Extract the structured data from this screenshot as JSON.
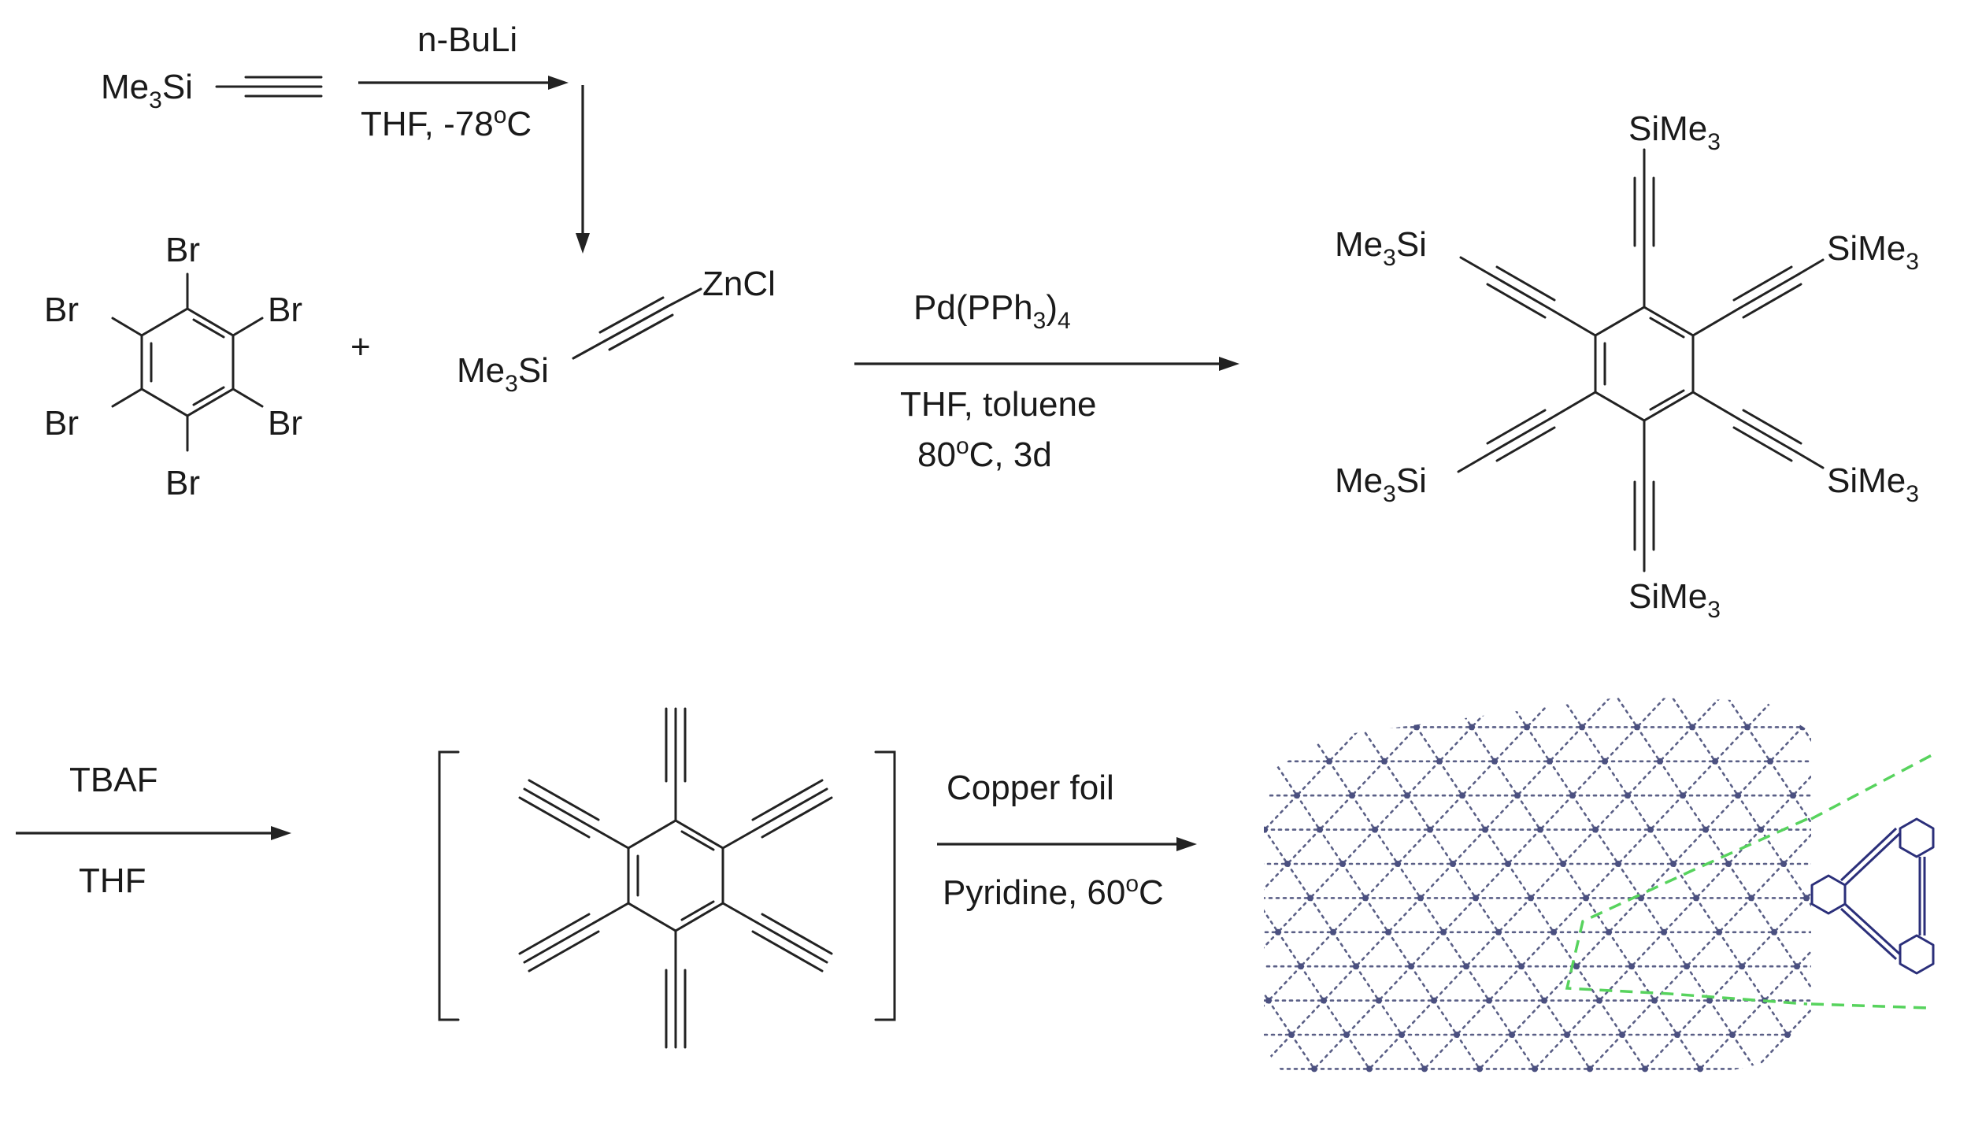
{
  "reagents": {
    "tms_acetylene": {
      "prefix": "Me",
      "sub": "3",
      "suffix": "Si"
    },
    "hexabromobenzene": {
      "substituent": "Br"
    },
    "plus": "+",
    "zinc_reagent": {
      "metal": "ZnCl",
      "silyl_prefix": "Me",
      "silyl_sub": "3",
      "silyl_suffix": "Si"
    }
  },
  "step1": {
    "above": "n-BuLi",
    "below_main": "THF, -78",
    "below_deg": "o",
    "below_unit": "C"
  },
  "step2": {
    "above_main": "Pd(PPh",
    "above_sub1": "3",
    "above_paren": ")",
    "above_sub2": "4",
    "below_line1": "THF, toluene",
    "below_line2_a": "80",
    "below_line2_deg": "o",
    "below_line2_b": "C, 3d"
  },
  "product1": {
    "silyl_right": {
      "main": "SiMe",
      "sub": "3"
    },
    "silyl_left": {
      "main": "Me",
      "sub": "3",
      "tail": "Si"
    }
  },
  "step3": {
    "above": "TBAF",
    "below": "THF"
  },
  "step4": {
    "above": "Copper foil",
    "below_main": "Pyridine, 60",
    "below_deg": "o",
    "below_unit": "C"
  },
  "colors": {
    "ink": "#222222",
    "network": "#4b5080",
    "highlight": "#57d35d",
    "inset": "#2b2f7a"
  }
}
